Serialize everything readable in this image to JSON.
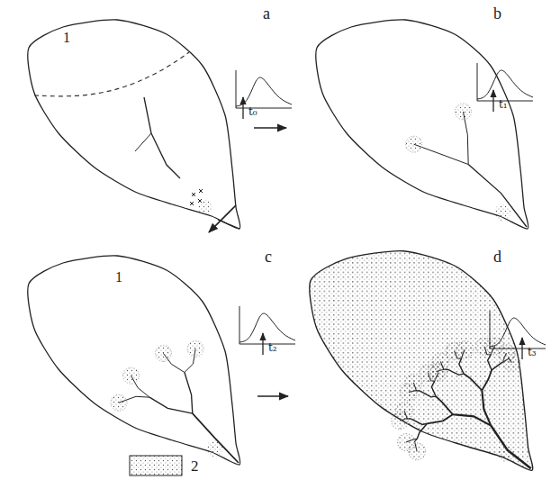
{
  "diagram": {
    "labels": [
      "a",
      "b",
      "c",
      "d",
      "1",
      "1",
      "t₀",
      "t₁",
      "t₂",
      "t₃"
    ],
    "legend": [
      {
        "text": "2"
      }
    ]
  }
}
